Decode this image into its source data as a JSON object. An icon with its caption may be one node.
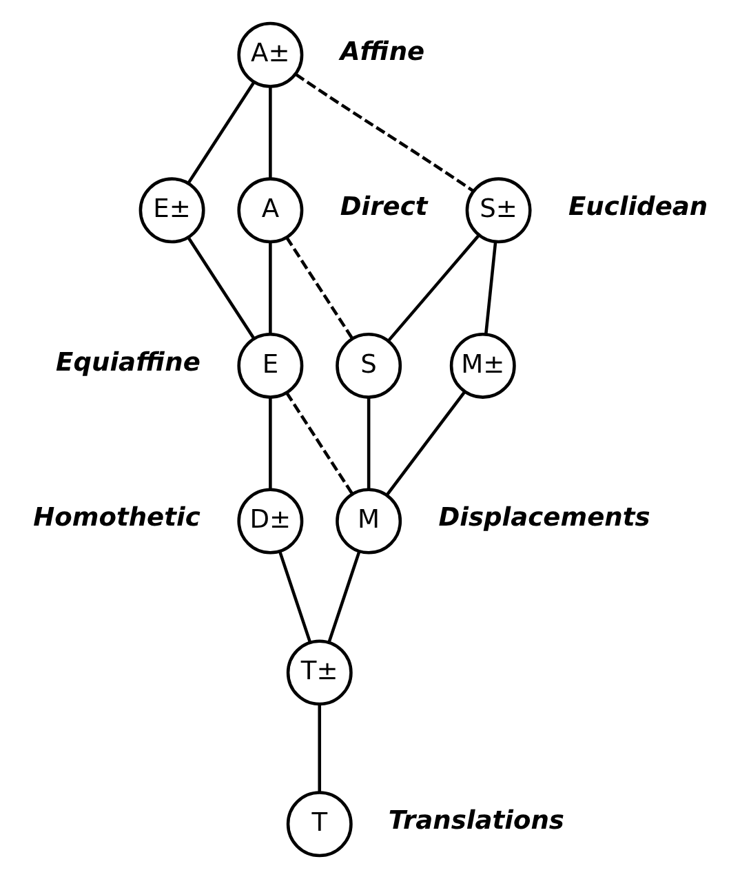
{
  "diagram": {
    "nodes": [
      {
        "text": [
          "A±"
        ],
        "beside": [
          "Affine"
        ]
      },
      {
        "text": [
          "E±"
        ]
      },
      {
        "text": [
          "A"
        ],
        "beside": [
          "Direct"
        ]
      },
      {
        "text": [
          "S±"
        ],
        "beside": [
          "Euclidean"
        ]
      },
      {
        "text": [
          "E"
        ],
        "beside": [
          "Equiaffine"
        ]
      },
      {
        "text": [
          "S"
        ]
      },
      {
        "text": [
          "M±"
        ]
      },
      {
        "text": [
          "D±"
        ],
        "beside": [
          "Homothetic"
        ]
      },
      {
        "text": [
          "M"
        ],
        "beside": [
          "Displacements"
        ]
      },
      {
        "text": [
          "T±"
        ]
      },
      {
        "text": [
          "T"
        ],
        "beside": [
          "Translations"
        ]
      }
    ],
    "edges": [
      {
        "from": 0,
        "to": 1,
        "arrow": "none"
      },
      {
        "from": 0,
        "to": 2,
        "arrow": "none"
      },
      {
        "from": 0,
        "to": 3,
        "arrow": "none",
        "style": "dashed"
      },
      {
        "from": 1,
        "to": 4,
        "arrow": "none"
      },
      {
        "from": 2,
        "to": 4,
        "arrow": "none"
      },
      {
        "from": 2,
        "to": 5,
        "arrow": "none",
        "style": "dashed"
      },
      {
        "from": 3,
        "to": 5,
        "arrow": "none"
      },
      {
        "from": 3,
        "to": 6,
        "arrow": "none"
      },
      {
        "from": 4,
        "to": 7,
        "arrow": "none"
      },
      {
        "from": 4,
        "to": 8,
        "arrow": "none",
        "style": "dashed"
      },
      {
        "from": 5,
        "to": 8,
        "arrow": "none"
      },
      {
        "from": 6,
        "to": 8,
        "arrow": "none"
      },
      {
        "from": 7,
        "to": 9,
        "arrow": "none"
      },
      {
        "from": 8,
        "to": 9,
        "arrow": "none"
      },
      {
        "from": 9,
        "to": 10,
        "arrow": "none"
      }
    ]
  }
}
